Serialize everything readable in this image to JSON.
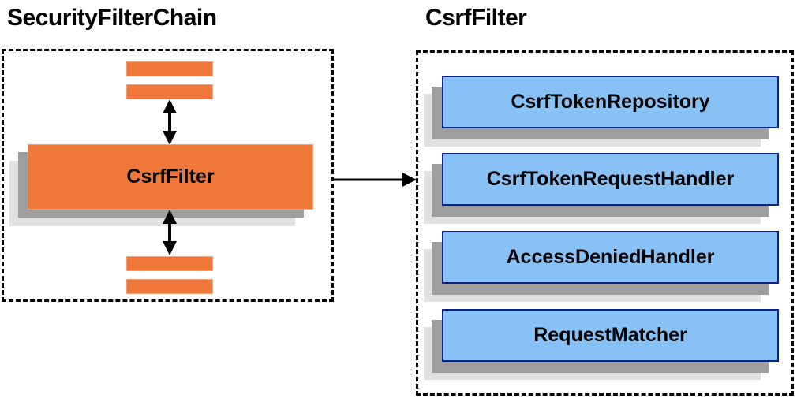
{
  "left": {
    "title": "SecurityFilterChain",
    "filter_label": "CsrfFilter"
  },
  "right": {
    "title": "CsrfFilter",
    "components": [
      {
        "label": "CsrfTokenRepository"
      },
      {
        "label": "CsrfTokenRequestHandler"
      },
      {
        "label": "AccessDeniedHandler"
      },
      {
        "label": "RequestMatcher"
      }
    ]
  },
  "icons": {
    "vertical_link": "double-headed-arrow",
    "flow": "right-arrow"
  },
  "colors": {
    "orange_fill": "#F0783A",
    "orange_border": "#F5A176",
    "blue_fill": "#87C1F5",
    "blue_border": "#0D2189",
    "shadow_dark": "#9E9E9E",
    "shadow_light": "#E1E1E1",
    "dashed_border": "#000000",
    "text": "#000000",
    "background": "#FFFFFF"
  }
}
